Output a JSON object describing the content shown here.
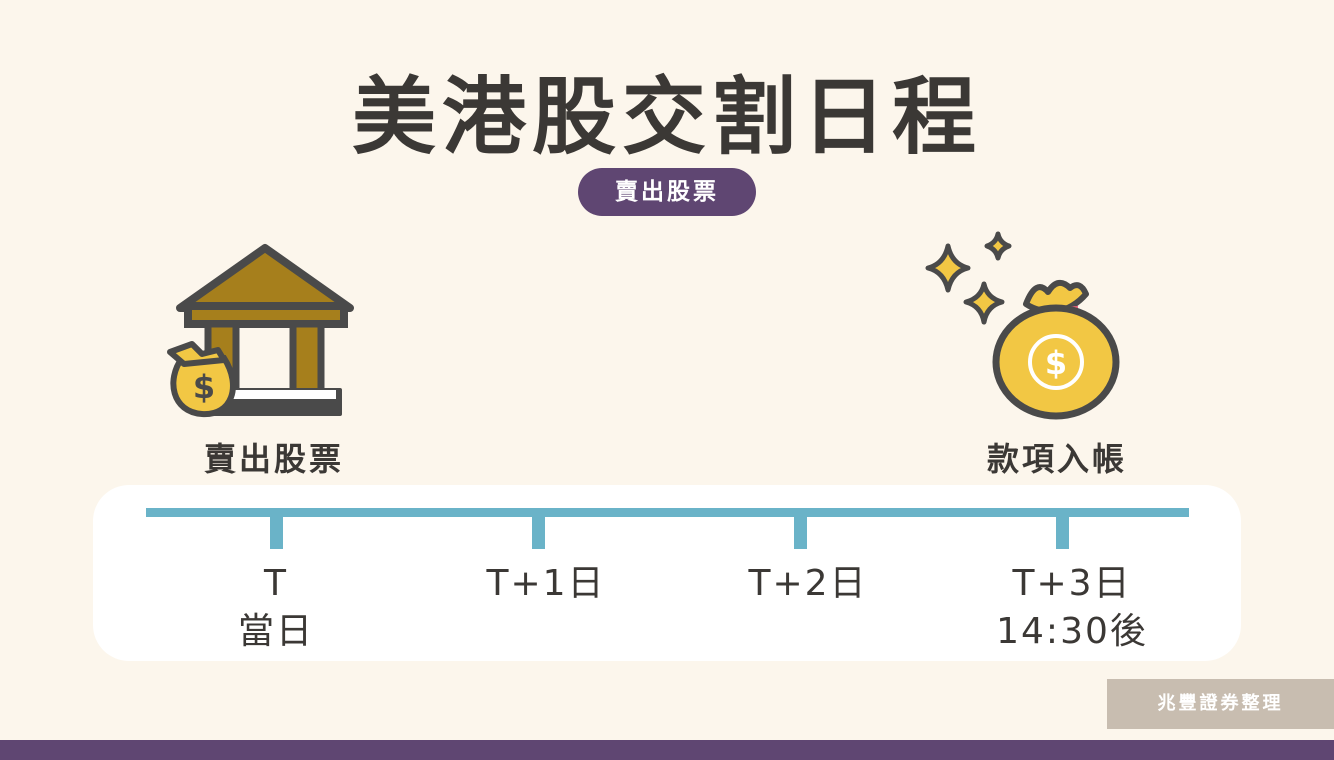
{
  "title": "美港股交割日程",
  "subtitle": "賣出股票",
  "events": {
    "start": "賣出股票",
    "end": "款項入帳"
  },
  "timeline": [
    {
      "line1": "T",
      "line2": "當日"
    },
    {
      "line1": "T+1日",
      "line2": ""
    },
    {
      "line1": "T+2日",
      "line2": ""
    },
    {
      "line1": "T+3日",
      "line2": "14:30後"
    }
  ],
  "credit": "兆豐證券整理",
  "colors": {
    "background": "#fcf6ec",
    "accent_purple": "#5f4672",
    "timeline_blue": "#6ab3c8",
    "text": "#3b3835",
    "bank_brown": "#a67f1c",
    "bag_yellow": "#f2c744"
  },
  "icons": [
    "bank-icon",
    "money-bag-icon",
    "sparkle-icon"
  ]
}
